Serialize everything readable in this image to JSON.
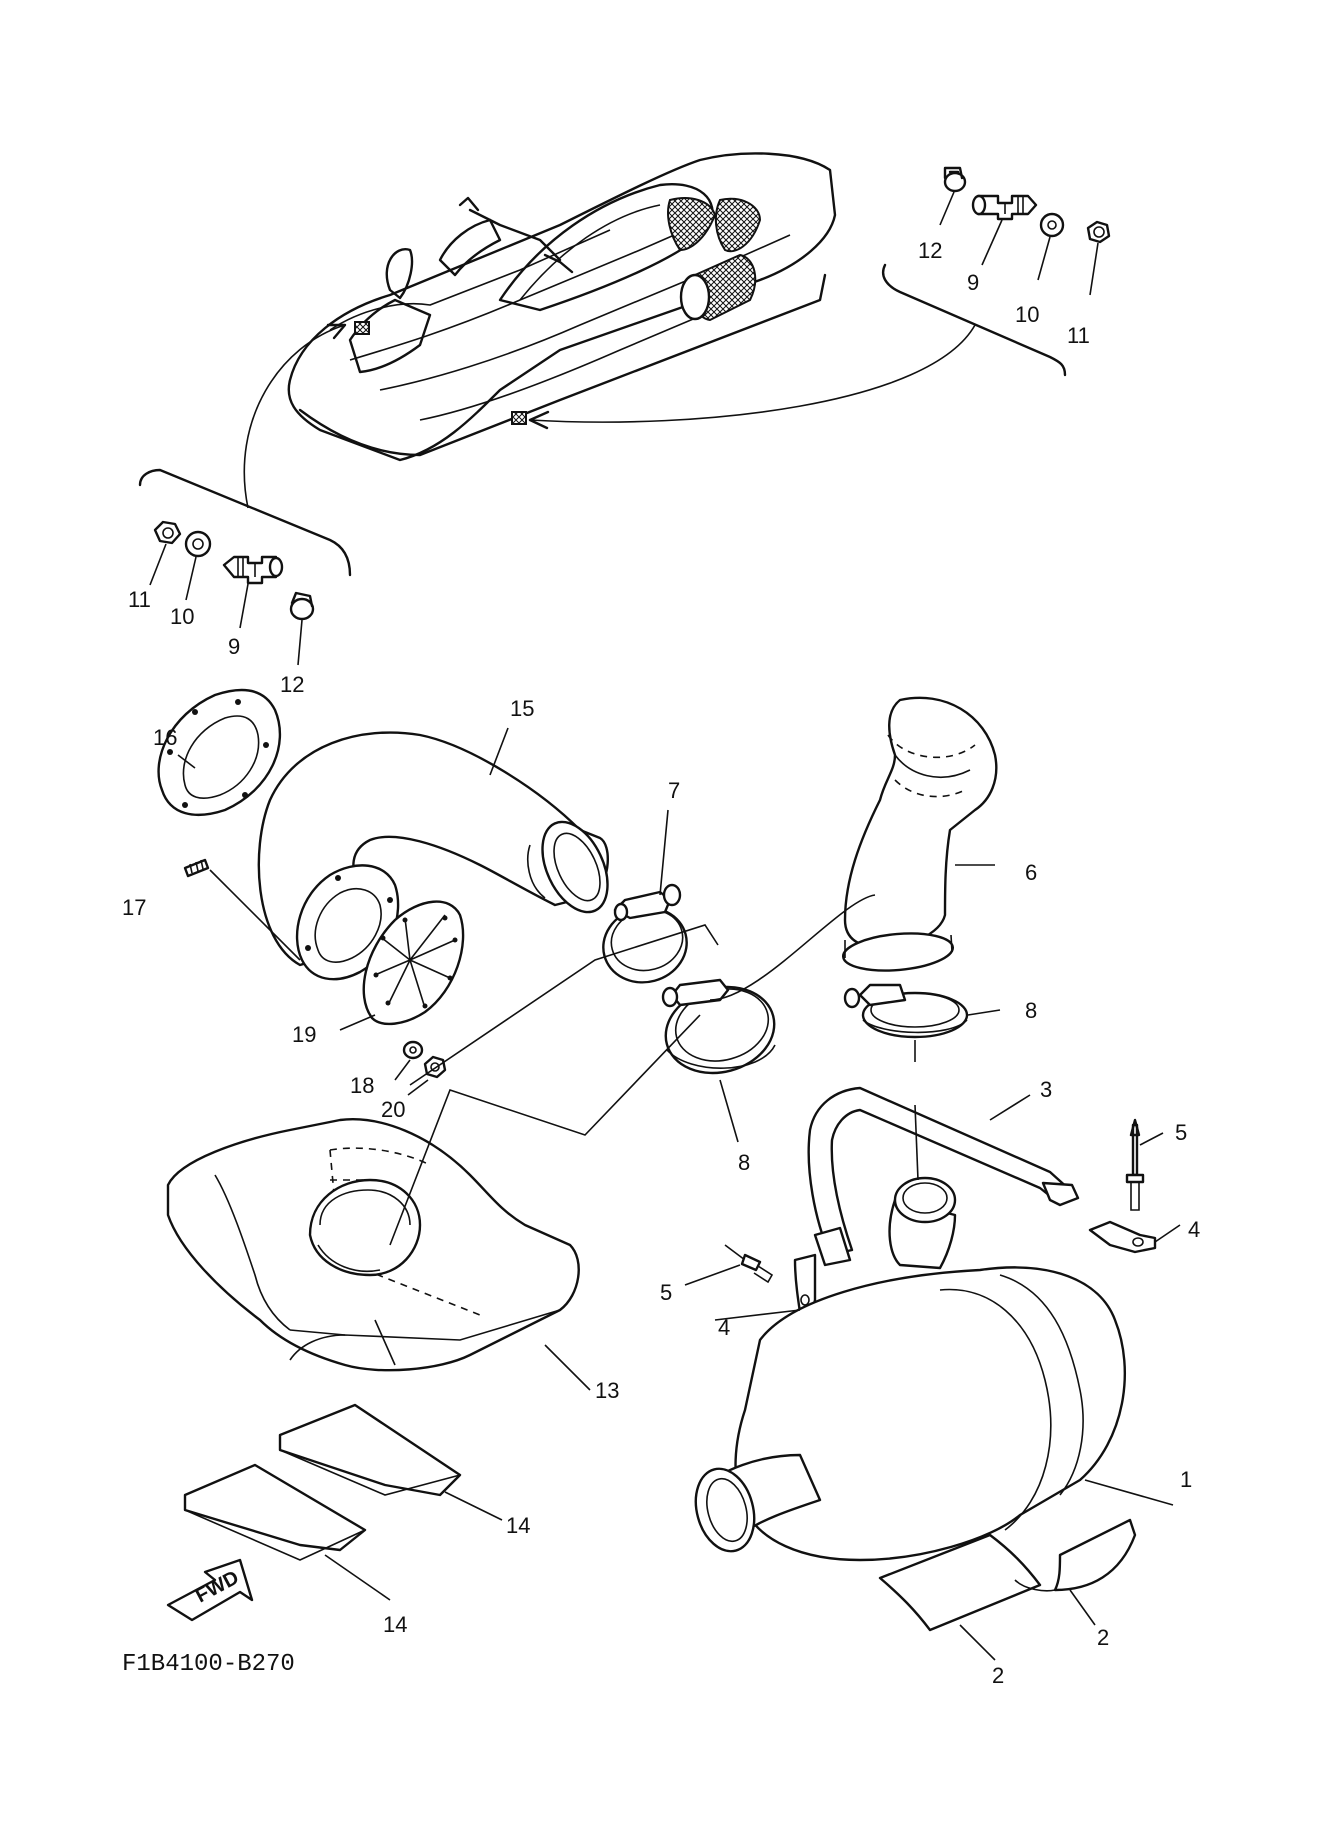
{
  "diagram_code": "F1B4100-B270",
  "fwd_label": "FWD",
  "callouts": [
    {
      "id": "c12a",
      "text": "12"
    },
    {
      "id": "c9a",
      "text": "9"
    },
    {
      "id": "c10a",
      "text": "10"
    },
    {
      "id": "c11a",
      "text": "11"
    },
    {
      "id": "c11b",
      "text": "11"
    },
    {
      "id": "c10b",
      "text": "10"
    },
    {
      "id": "c9b",
      "text": "9"
    },
    {
      "id": "c12b",
      "text": "12"
    },
    {
      "id": "c15",
      "text": "15"
    },
    {
      "id": "c16",
      "text": "16"
    },
    {
      "id": "c7",
      "text": "7"
    },
    {
      "id": "c6",
      "text": "6"
    },
    {
      "id": "c17",
      "text": "17"
    },
    {
      "id": "c8a",
      "text": "8"
    },
    {
      "id": "c19",
      "text": "19"
    },
    {
      "id": "c3",
      "text": "3"
    },
    {
      "id": "c18",
      "text": "18"
    },
    {
      "id": "c20",
      "text": "20"
    },
    {
      "id": "c5a",
      "text": "5"
    },
    {
      "id": "c8b",
      "text": "8"
    },
    {
      "id": "c4a",
      "text": "4"
    },
    {
      "id": "c5b",
      "text": "5"
    },
    {
      "id": "c4b",
      "text": "4"
    },
    {
      "id": "c13",
      "text": "13"
    },
    {
      "id": "c1",
      "text": "1"
    },
    {
      "id": "c14a",
      "text": "14"
    },
    {
      "id": "c2a",
      "text": "2"
    },
    {
      "id": "c14b",
      "text": "14"
    },
    {
      "id": "c2b",
      "text": "2"
    }
  ]
}
